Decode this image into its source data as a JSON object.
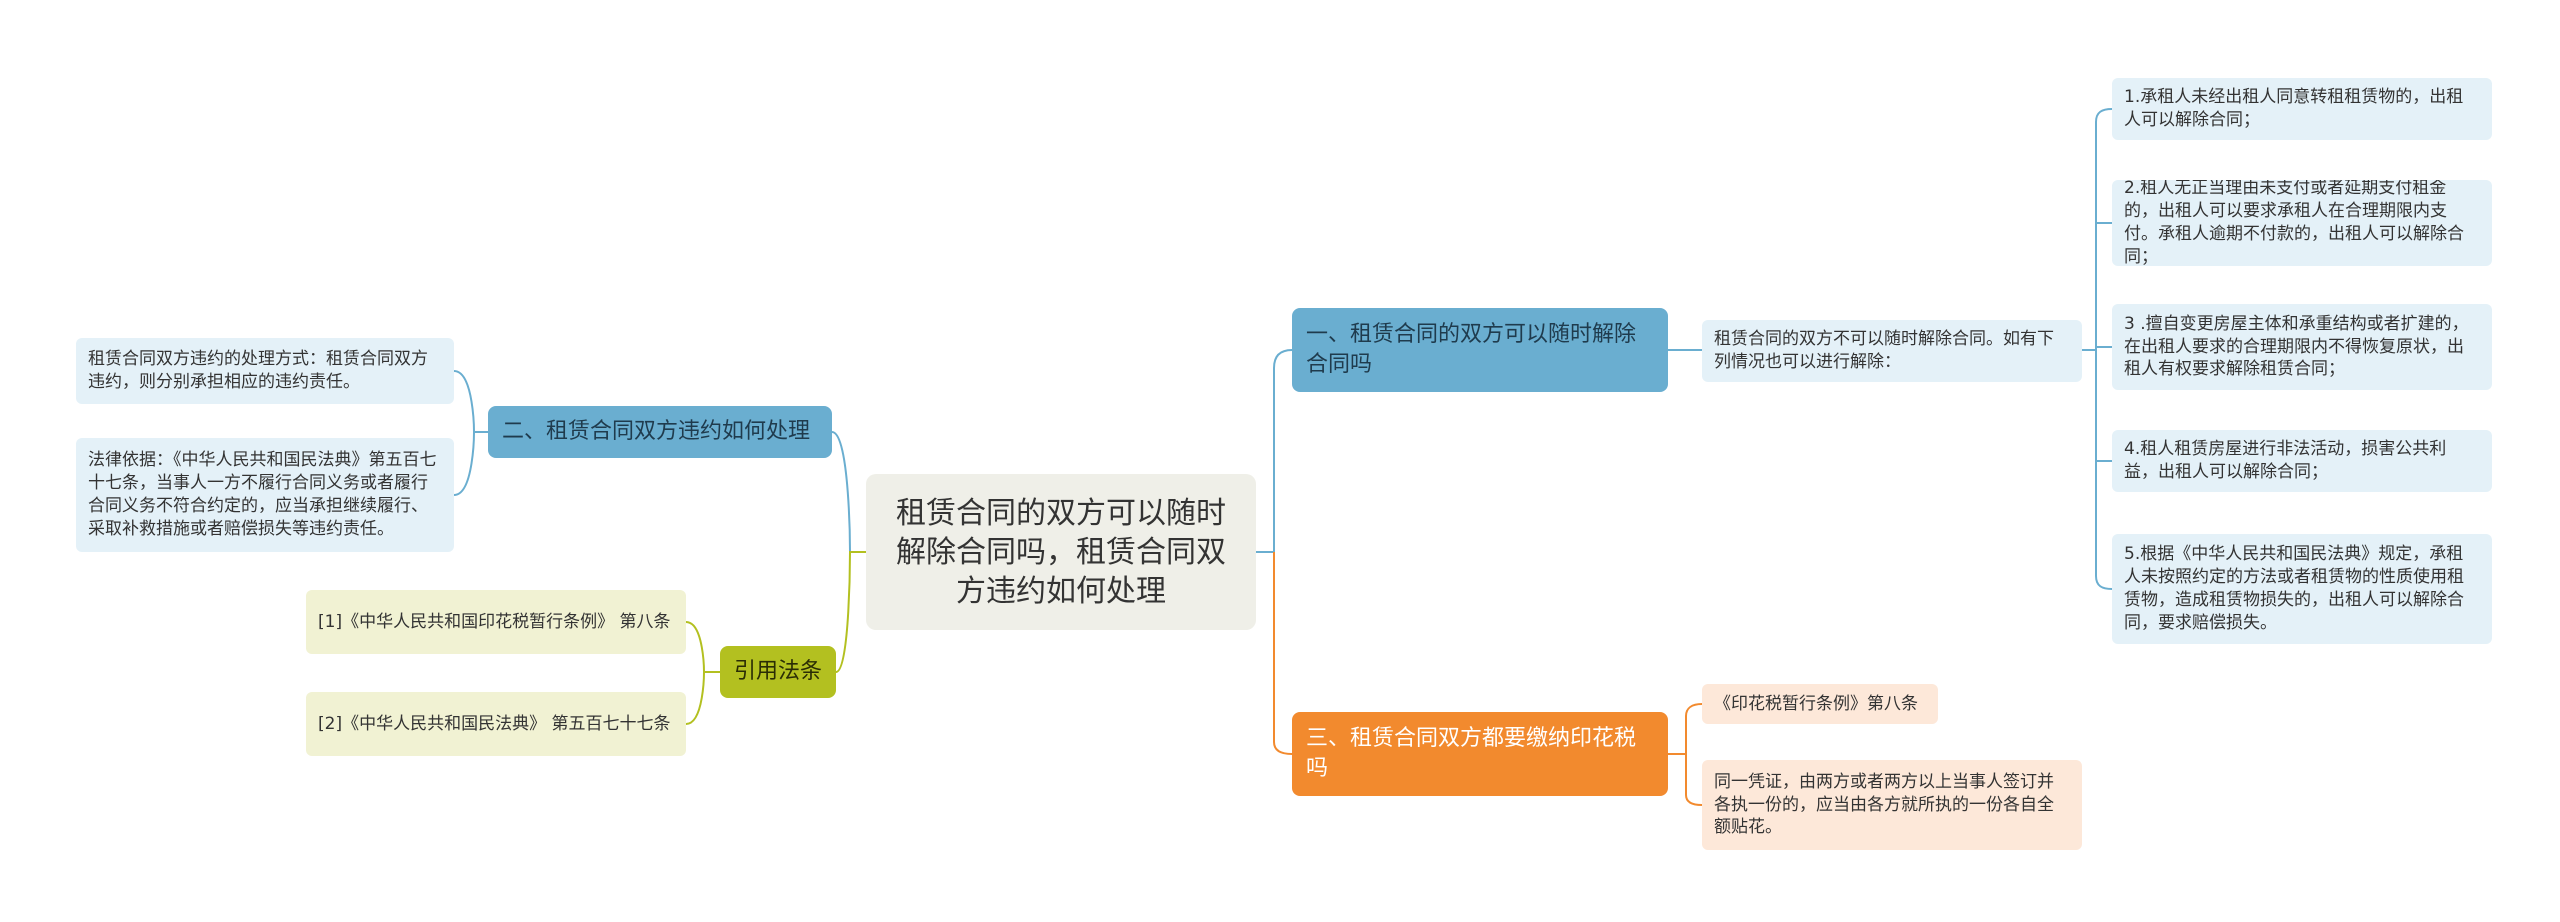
{
  "colors": {
    "blue_branch": "#6aaed0",
    "orange_branch": "#f28a2e",
    "lime_branch": "#b3c020",
    "center_bg": "#efefe8"
  },
  "center": {
    "label": "租赁合同的双方可以随时解除合同吗，租赁合同双方违约如何处理"
  },
  "left_branch": {
    "label": "二、租赁合同双方违约如何处理",
    "children": [
      "租赁合同双方违约的处理方式：租赁合同双方违约，则分别承担相应的违约责任。",
      "法律依据：《中华人民共和国民法典》第五百七十七条，当事人一方不履行合同义务或者履行合同义务不符合约定的，应当承担继续履行、采取补救措施或者赔偿损失等违约责任。"
    ]
  },
  "citation_branch": {
    "label": "引用法条",
    "children": [
      "[1]《中华人民共和国印花税暂行条例》 第八条",
      "[2]《中华人民共和国民法典》 第五百七十七条"
    ]
  },
  "right_branch_1": {
    "label": "一、租赁合同的双方可以随时解除合同吗",
    "intermediate": "租赁合同的双方不可以随时解除合同。如有下列情况也可以进行解除：",
    "children": [
      "1.承租人未经出租人同意转租租赁物的，出租人可以解除合同；",
      "2.租人无正当理由未支付或者延期支付租金的，出租人可以要求承租人在合理期限内支付。承租人逾期不付款的，出租人可以解除合同；",
      "3 .擅自变更房屋主体和承重结构或者扩建的，在出租人要求的合理期限内不得恢复原状，出租人有权要求解除租赁合同；",
      "4.租人租赁房屋进行非法活动，损害公共利益，出租人可以解除合同；",
      "5.根据《中华人民共和国民法典》规定，承租人未按照约定的方法或者租赁物的性质使用租赁物，造成租赁物损失的，出租人可以解除合同，要求赔偿损失。"
    ]
  },
  "right_branch_3": {
    "label": "三、租赁合同双方都要缴纳印花税吗",
    "children": [
      "《印花税暂行条例》第八条",
      "同一凭证，由两方或者两方以上当事人签订并各执一份的，应当由各方就所执的一份各自全额贴花。"
    ]
  }
}
